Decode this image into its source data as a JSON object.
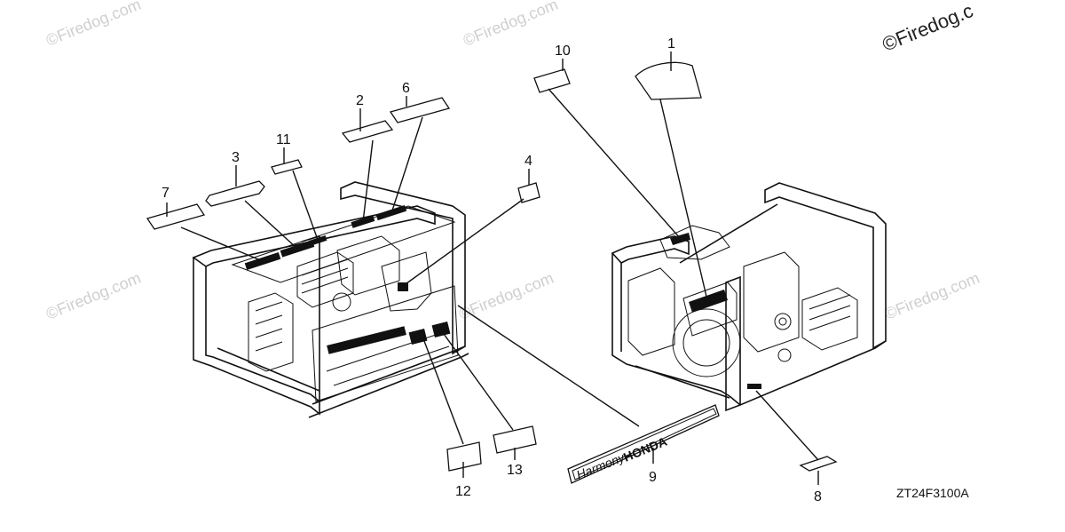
{
  "watermarks": {
    "text": "©Firedog.com",
    "corner_text": "©Firedog.c"
  },
  "drawing_code": "ZT24F3100A",
  "emblem": {
    "script": "Harmony",
    "brand": "HONDA"
  },
  "callouts": {
    "c1": "1",
    "c2": "2",
    "c3": "3",
    "c4": "4",
    "c6": "6",
    "c7": "7",
    "c8": "8",
    "c9": "9",
    "c10": "10",
    "c11": "11",
    "c12": "12",
    "c13": "13"
  }
}
